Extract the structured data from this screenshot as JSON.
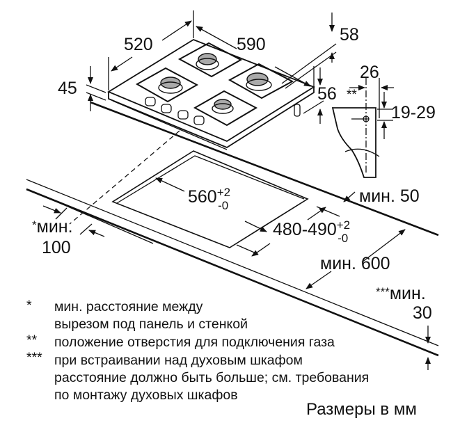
{
  "dimensions": {
    "hob_depth": "520",
    "hob_width": "590",
    "hob_height_back": "58",
    "hob_thickness": "45",
    "hob_height_front": "56",
    "gas_offset": "26",
    "gas_marker": "**",
    "gas_height": "19-29",
    "cutout_width": "560",
    "cutout_width_tol_plus": "+2",
    "cutout_width_tol_minus": "-0",
    "cutout_depth": "480-490",
    "cutout_depth_tol_plus": "+2",
    "cutout_depth_tol_minus": "-0",
    "min_back": "мин. 50",
    "min_side_mark": "*",
    "min_side_label": "мин.",
    "min_side_value": "100",
    "min_depth": "мин. 600",
    "min_oven_mark": "***",
    "min_oven_label": "мин.",
    "min_oven_value": "30"
  },
  "notes": [
    {
      "mark": "*",
      "lines": [
        "мин. расстояние между",
        "вырезом под панель и стенкой"
      ]
    },
    {
      "mark": "**",
      "lines": [
        "положение отверстия для подключения газа"
      ]
    },
    {
      "mark": "***",
      "lines": [
        "при встраивании над духовым шкафом",
        "расстояние должно быть больше; см. требования",
        "по монтажу духовых шкафов"
      ]
    }
  ],
  "units_caption": "Размеры в мм"
}
